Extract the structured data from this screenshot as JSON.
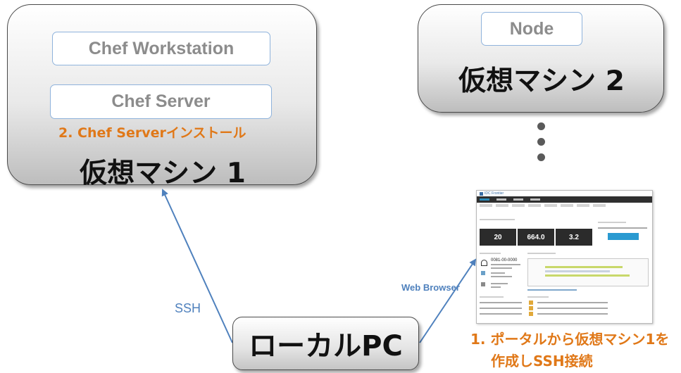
{
  "vm1": {
    "title": "仮想マシン 1",
    "workstation_label": "Chef Workstation",
    "server_label": "Chef Server",
    "step2_label": "2. Chef Serverインストール"
  },
  "vm2": {
    "title": "仮想マシン 2",
    "node_label": "Node"
  },
  "local_pc": {
    "label": "ローカルPC"
  },
  "connections": {
    "ssh_label": "SSH",
    "web_label": "Web Browser"
  },
  "step1": {
    "line1": "1. ポータルから仮想マシン1を",
    "line2": "作成しSSH接続"
  },
  "portal": {
    "logo_text": "IDC Frontier",
    "stats": [
      "20",
      "664.0",
      "3.2"
    ],
    "ticket_id": "0081-00-0000"
  },
  "colors": {
    "arrow": "#4f81bd",
    "step_text": "#e07818",
    "box_border": "#8fb3dc"
  }
}
